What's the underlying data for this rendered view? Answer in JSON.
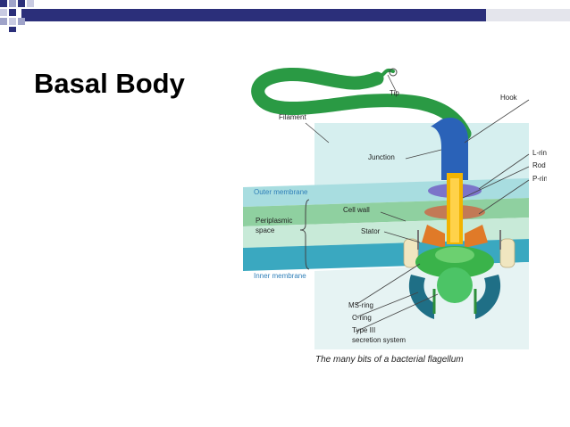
{
  "slide": {
    "title": "Basal Body",
    "colors": {
      "topbar_dark": "#2b2f7a",
      "topbar_light": "#e4e5ec"
    }
  },
  "figure": {
    "caption": "The many bits of a bacterial flagellum",
    "labels": {
      "tip": "Tip",
      "hook": "Hook",
      "filament": "Filament",
      "junction": "Junction",
      "l_ring": "L-ring",
      "rod": "Rod",
      "p_ring": "P-ring",
      "outer_membrane": "Outer membrane",
      "periplasmic_1": "Periplasmic",
      "periplasmic_2": "space",
      "cell_wall": "Cell wall",
      "stator": "Stator",
      "inner_membrane": "Inner membrane",
      "ms_ring": "MS-ring",
      "c_ring": "C-ring",
      "type3_1": "Type III",
      "type3_2": "secretion system"
    },
    "colors": {
      "filament": "#2a9a44",
      "hook": "#2a62b8",
      "outer_membrane": "#a8dde0",
      "cell_wall": "#8fd0a0",
      "inner_membrane": "#3aa8c0",
      "cytoplasm": "#d9eef0",
      "rod": "#f2b400",
      "ms_ring": "#3ab34a",
      "c_ring": "#1f6f86",
      "stator": "#f0e6c0",
      "label_blue": "#2f7fb8"
    }
  }
}
